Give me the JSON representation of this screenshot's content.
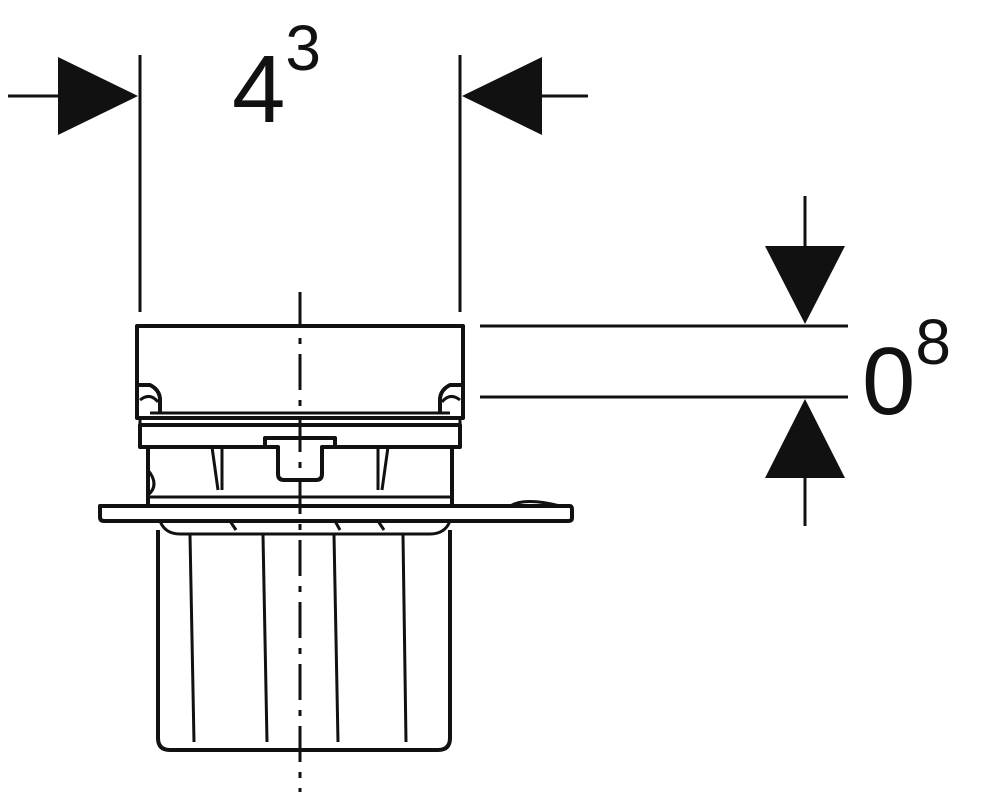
{
  "dimensions": {
    "width": {
      "base": "4",
      "superscript": "3"
    },
    "height": {
      "base": "0",
      "superscript": "8"
    }
  },
  "colors": {
    "line": "#111111",
    "background": "#ffffff"
  }
}
